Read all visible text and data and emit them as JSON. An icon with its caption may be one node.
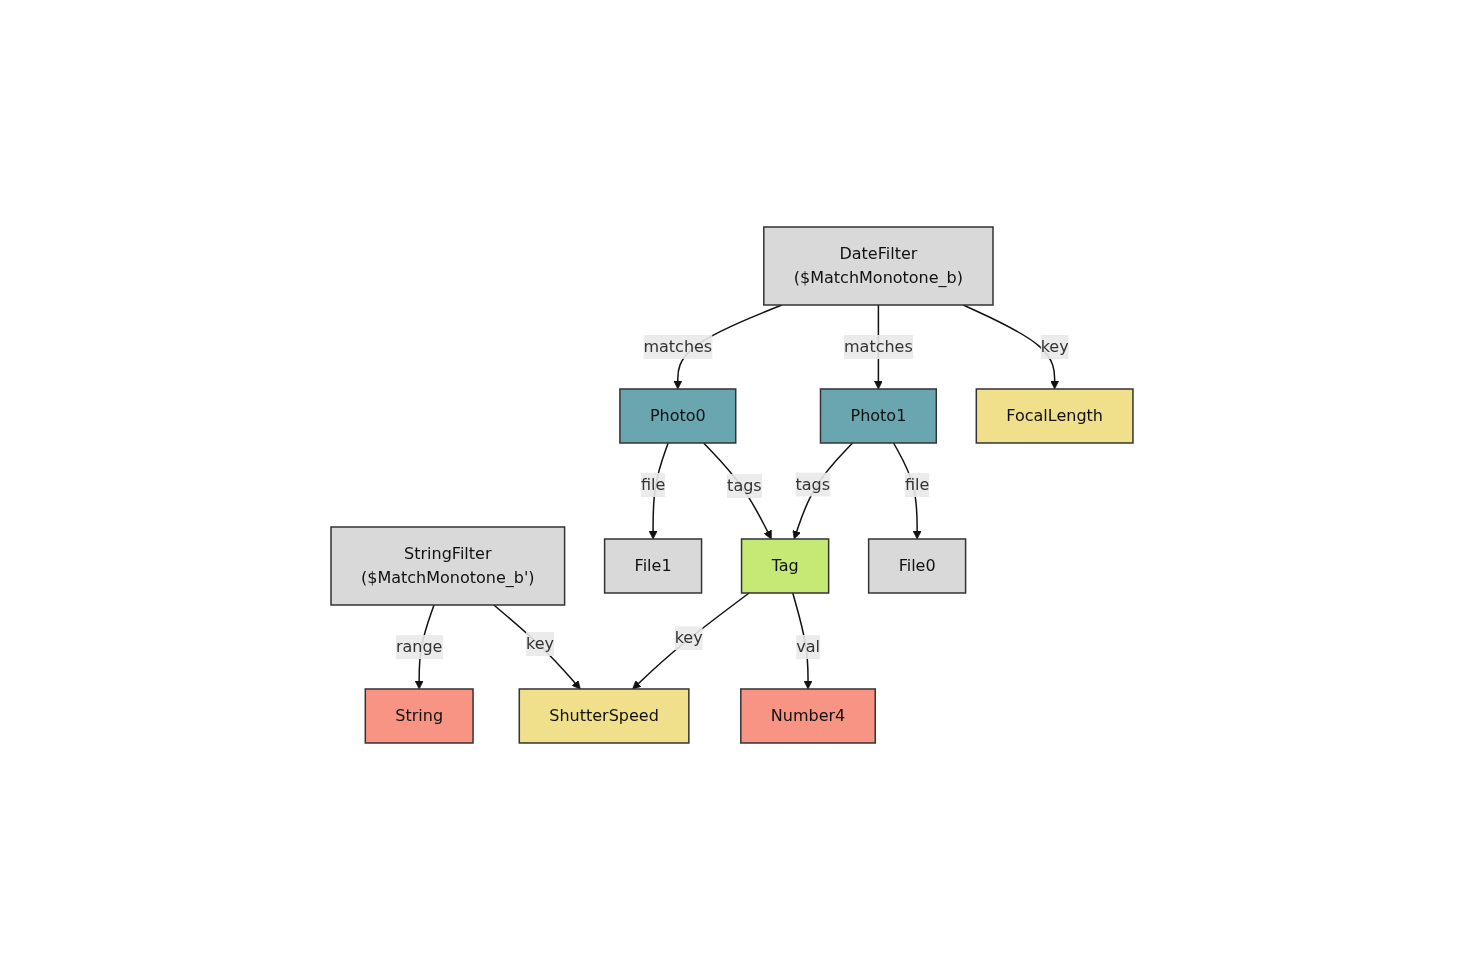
{
  "diagram": {
    "nodes": [
      {
        "text": [
          "DateFilter",
          "($MatchMonotone_b)"
        ]
      },
      {
        "text": [
          "StringFilter",
          "($MatchMonotone_b')"
        ]
      },
      {
        "text": [
          "Photo0"
        ]
      },
      {
        "text": [
          "Photo1"
        ]
      },
      {
        "text": [
          "String"
        ]
      },
      {
        "text": [
          "FocalLength"
        ]
      },
      {
        "text": [
          "Tag"
        ]
      },
      {
        "text": [
          "File1"
        ]
      },
      {
        "text": [
          "File0"
        ]
      },
      {
        "text": [
          "ShutterSpeed"
        ]
      },
      {
        "text": [
          "Number4"
        ]
      }
    ],
    "edges": [
      {
        "from": 0,
        "to": 2,
        "arrow": "to",
        "label": "matches"
      },
      {
        "from": 0,
        "to": 3,
        "arrow": "to",
        "label": "matches"
      },
      {
        "from": 0,
        "to": 5,
        "arrow": "to",
        "label": "key"
      },
      {
        "from": 1,
        "to": 4,
        "arrow": "to",
        "label": "range"
      },
      {
        "from": 1,
        "to": 9,
        "arrow": "to",
        "label": "key"
      },
      {
        "from": 2,
        "to": 7,
        "arrow": "to",
        "label": "file"
      },
      {
        "from": 2,
        "to": 6,
        "arrow": "to",
        "label": "tags"
      },
      {
        "from": 3,
        "to": 6,
        "arrow": "to",
        "label": "tags"
      },
      {
        "from": 3,
        "to": 8,
        "arrow": "to",
        "label": "file"
      },
      {
        "from": 6,
        "to": 9,
        "arrow": "to",
        "label": "key"
      },
      {
        "from": 6,
        "to": 10,
        "arrow": "to",
        "label": "val"
      }
    ]
  }
}
